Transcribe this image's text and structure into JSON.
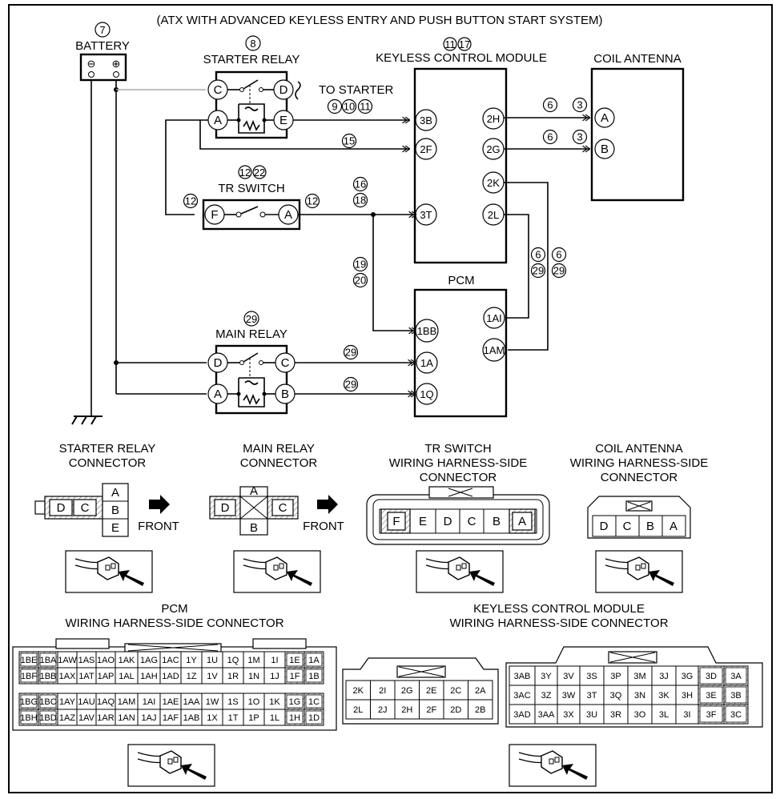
{
  "title": "(ATX WITH ADVANCED KEYLESS ENTRY AND PUSH BUTTON START SYSTEM)",
  "components": {
    "battery": {
      "num": "7",
      "label": "BATTERY",
      "minus": "⊖",
      "plus": "⊕"
    },
    "starter_relay": {
      "num": "8",
      "label": "STARTER RELAY",
      "to_starter": "TO STARTER",
      "pins": {
        "C": "C",
        "D": "D",
        "A": "A",
        "E": "E"
      }
    },
    "kcm": {
      "nums": [
        "11",
        "17"
      ],
      "label": "KEYLESS CONTROL MODULE",
      "pins": {
        "3B": "3B",
        "2F": "2F",
        "3T": "3T",
        "2H": "2H",
        "2G": "2G",
        "2K": "2K",
        "2L": "2L"
      }
    },
    "coil_antenna": {
      "label": "COIL ANTENNA",
      "pins": {
        "A": "A",
        "B": "B"
      }
    },
    "tr_switch": {
      "nums": [
        "12",
        "22"
      ],
      "label": "TR SWITCH",
      "pins": {
        "F": "F",
        "A": "A"
      }
    },
    "pcm": {
      "label": "PCM",
      "pins": {
        "1BB": "1BB",
        "1A": "1A",
        "1Q": "1Q",
        "1AI": "1AI",
        "1AM": "1AM"
      }
    },
    "main_relay": {
      "num": "29",
      "label": "MAIN RELAY",
      "pins": {
        "D": "D",
        "C": "C",
        "A": "A",
        "B": "B"
      }
    }
  },
  "wire_refs": {
    "e_3b": [
      "9",
      "10",
      "11"
    ],
    "sr_2f": "15",
    "ant_6a": "6",
    "ant_3a": "3",
    "ant_6b": "6",
    "ant_3b": "3",
    "tr_left": "12",
    "tr_right": "12",
    "tr_3t": [
      "16",
      "18"
    ],
    "tr_1bb": [
      "19",
      "20"
    ],
    "kcm_pcm_a": [
      "6",
      "29"
    ],
    "kcm_pcm_b": [
      "6",
      "29"
    ],
    "mr_1a": "29",
    "mr_1q": "29"
  },
  "connectors": {
    "starter_relay": {
      "title": [
        "STARTER RELAY",
        "CONNECTOR"
      ],
      "front": "FRONT",
      "pins": [
        "D",
        "C",
        "A",
        "B",
        "E"
      ]
    },
    "main_relay": {
      "title": [
        "MAIN RELAY",
        "CONNECTOR"
      ],
      "front": "FRONT",
      "pins": [
        "A",
        "D",
        "C",
        "B"
      ]
    },
    "tr_switch": {
      "title": [
        "TR SWITCH",
        "WIRING HARNESS-SIDE",
        "CONNECTOR"
      ],
      "pins": [
        "F",
        "E",
        "D",
        "C",
        "B",
        "A"
      ]
    },
    "coil_antenna": {
      "title": [
        "COIL ANTENNA",
        "WIRING HARNESS-SIDE",
        "CONNECTOR"
      ],
      "pins": [
        "D",
        "C",
        "B",
        "A"
      ]
    },
    "pcm": {
      "title": [
        "PCM",
        "WIRING HARNESS-SIDE CONNECTOR"
      ],
      "rows": [
        [
          "1BE",
          "1BA",
          "1AW",
          "1AS",
          "1AO",
          "1AK",
          "1AG",
          "1AC",
          "1Y",
          "1U",
          "1Q",
          "1M",
          "1I",
          "1E",
          "1A"
        ],
        [
          "1BF",
          "1BB",
          "1AX",
          "1AT",
          "1AP",
          "1AL",
          "1AH",
          "1AD",
          "1Z",
          "1V",
          "1R",
          "1N",
          "1J",
          "1F",
          "1B"
        ],
        [
          "1BG",
          "1BC",
          "1AY",
          "1AU",
          "1AQ",
          "1AM",
          "1AI",
          "1AE",
          "1AA",
          "1W",
          "1S",
          "1O",
          "1K",
          "1G",
          "1C"
        ],
        [
          "1BH",
          "1BD",
          "1AZ",
          "1AV",
          "1AR",
          "1AN",
          "1AJ",
          "1AF",
          "1AB",
          "1X",
          "1T",
          "1P",
          "1L",
          "1H",
          "1D"
        ]
      ]
    },
    "kcm": {
      "title": [
        "KEYLESS CONTROL MODULE",
        "WIRING HARNESS-SIDE CONNECTOR"
      ],
      "left_rows": [
        [
          "2K",
          "2I",
          "2G",
          "2E",
          "2C",
          "2A"
        ],
        [
          "2L",
          "2J",
          "2H",
          "2F",
          "2D",
          "2B"
        ]
      ],
      "right_rows": [
        [
          "3AB",
          "3Y",
          "3V",
          "3S",
          "3P",
          "3M",
          "3J",
          "3G",
          "3D",
          "3A"
        ],
        [
          "3AC",
          "3Z",
          "3W",
          "3T",
          "3Q",
          "3N",
          "3K",
          "3H",
          "3E",
          "3B"
        ],
        [
          "3AD",
          "3AA",
          "3X",
          "3U",
          "3R",
          "3O",
          "3L",
          "3I",
          "3F",
          "3C"
        ]
      ]
    }
  }
}
